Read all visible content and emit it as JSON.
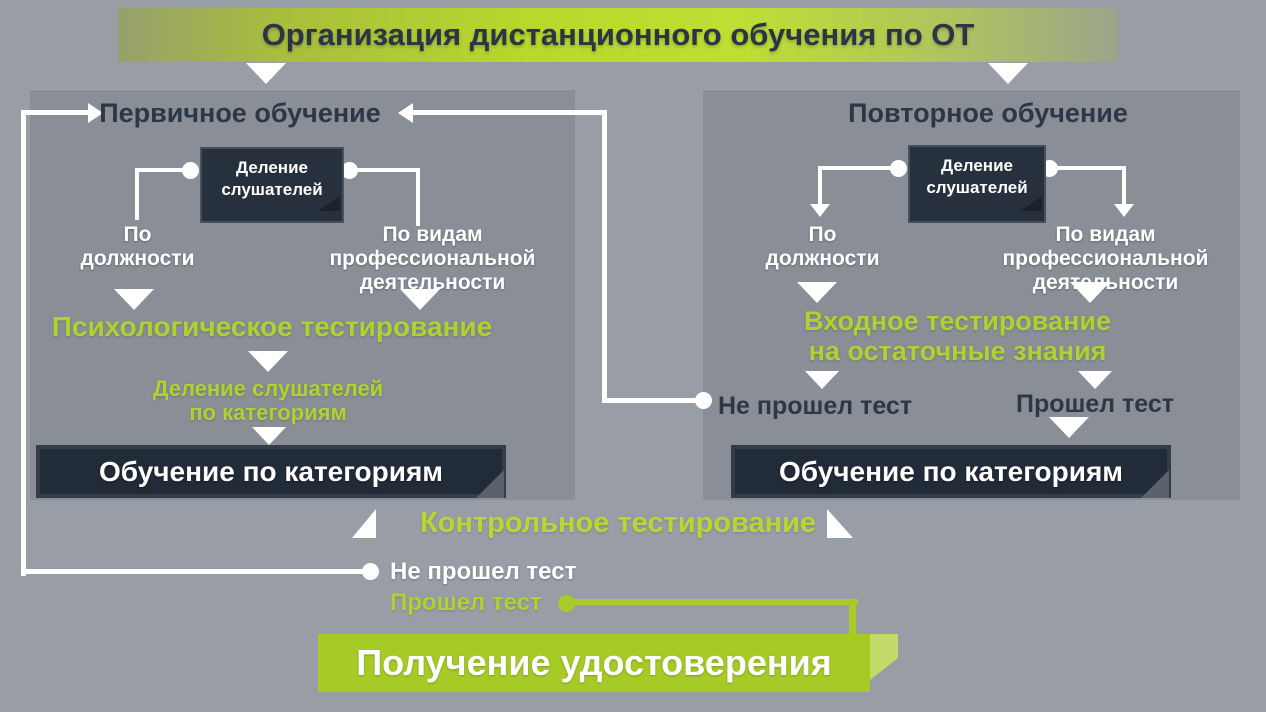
{
  "slide": {
    "title": "Организация дистанционного обучения по ОТ"
  },
  "left_panel": {
    "header": "Первичное обучение",
    "division_box": {
      "line1": "Деление",
      "line2": "слушателей"
    },
    "by_position": {
      "line1": "По",
      "line2": "должности"
    },
    "by_activity": {
      "line1": "По видам",
      "line2": "профессиональной",
      "line3": "деятельности"
    },
    "testing": "Психологическое тестирование",
    "categorization": {
      "line1": "Деление слушателей",
      "line2": "по категориям"
    },
    "training_box": "Обучение по категориям"
  },
  "right_panel": {
    "header": "Повторное обучение",
    "division_box": {
      "line1": "Деление",
      "line2": "слушателей"
    },
    "by_position": {
      "line1": "По",
      "line2": "должности"
    },
    "by_activity": {
      "line1": "По видам",
      "line2": "профессиональной",
      "line3": "деятельности"
    },
    "testing": {
      "line1": "Входное тестирование",
      "line2": "на остаточные знания"
    },
    "fail_label": "Не прошел тест",
    "pass_label": "Прошел тест",
    "training_box": "Обучение по категориям"
  },
  "bottom": {
    "control_testing": "Контрольное тестирование",
    "fail_label": "Не прошел тест",
    "pass_label": "Прошел тест",
    "certificate_box": "Получение удостоверения"
  },
  "colors": {
    "accent_green": "#aed230",
    "green_line": "#a9cb27",
    "navy": "#2d3847",
    "dark_box": "#27303d",
    "page_bg": "#999ea6",
    "panel_bg": "#898e97"
  }
}
